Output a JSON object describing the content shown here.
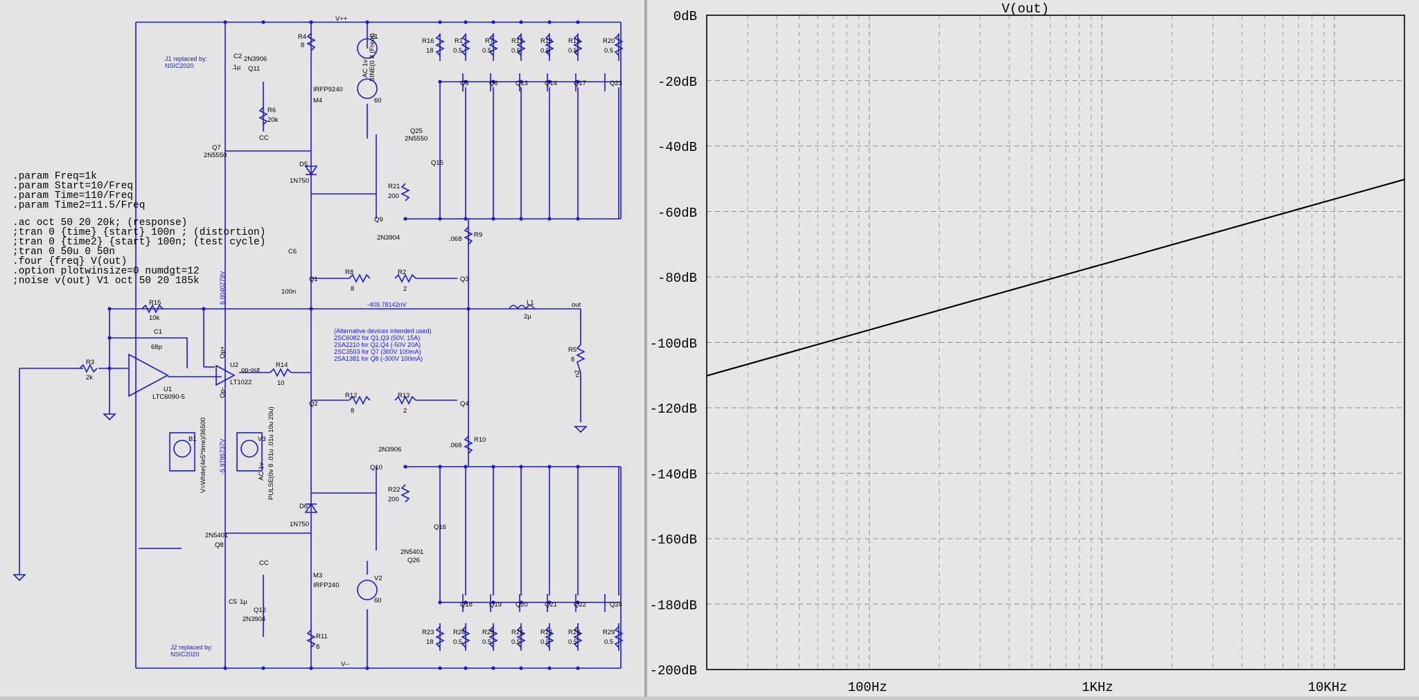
{
  "schematic": {
    "directives": [
      ".param Freq=1k",
      ".param Start=10/Freq",
      ".param Time=110/Freq",
      ".param Time2=11.5/Freq",
      "",
      ".ac oct 50 20 20k;            (response)",
      ";tran 0 {time} {start} 100n ;   (distortion)",
      ";tran 0 {time2} {start} 100n;  (test cycle)",
      ";tran 0 50u 0 50n",
      ".four {freq} V(out)",
      ".option plotwinsize=0 numdgt=12",
      ";noise v(out) V1 oct 50 20 185k"
    ],
    "notes": {
      "j1": [
        "J1 replaced by:",
        "NSIC2020"
      ],
      "j2": [
        "J2 replaced by:",
        "NSIC2020"
      ],
      "alternatives": [
        "(Alternative devices intended used)",
        "2SC6082 for Q1,Q3 (50V,  15A)",
        "2SA2210 for Q2,Q4 (-50V  20A)",
        "2SC3503 for Q7      (300V 100mA)",
        "2SA1381 for Q8      (-300V 100mA)"
      ]
    },
    "probe_labels": {
      "vpos": "6.0040279V",
      "vneg": "-5.9785737V",
      "vout": "-409.78142nV"
    },
    "net_labels": {
      "vpp": "V++",
      "vmm": "V--",
      "out": "out",
      "opout": "op-out",
      "opp": "Op+",
      "opm": "Op-",
      "cc_top": "CC",
      "cc_bot": "CC",
      "n2": "n2"
    },
    "components": [
      {
        "id": "r4",
        "ref": "R4",
        "val": "8"
      },
      {
        "id": "v1",
        "ref": "V1",
        "val": "60"
      },
      {
        "id": "v1src",
        "ref": "AC 1v",
        "val": "SINE(0 8 {Freq})"
      },
      {
        "id": "c2",
        "ref": "C2",
        "val": ".1µ"
      },
      {
        "id": "q11",
        "ref": "Q11",
        "val": "2N3906"
      },
      {
        "id": "m4",
        "ref": "M4",
        "val": "IRFP9240"
      },
      {
        "id": "r6",
        "ref": "R6",
        "val": "20k"
      },
      {
        "id": "q7",
        "ref": "Q7",
        "val": "2N5550"
      },
      {
        "id": "d5",
        "ref": "D5",
        "val": "1N750"
      },
      {
        "id": "q25",
        "ref": "Q25",
        "val": "2N5550"
      },
      {
        "id": "q15",
        "ref": "Q15",
        "val": ""
      },
      {
        "id": "r21",
        "ref": "R21",
        "val": "200"
      },
      {
        "id": "q9",
        "ref": "Q9",
        "val": "2N3904"
      },
      {
        "id": "c6",
        "ref": "C6",
        "val": "100n"
      },
      {
        "id": "q1",
        "ref": "Q1",
        "val": ""
      },
      {
        "id": "r8",
        "ref": "R8",
        "val": "8"
      },
      {
        "id": "r2",
        "ref": "R2",
        "val": "2"
      },
      {
        "id": "q3",
        "ref": "Q3",
        "val": ""
      },
      {
        "id": "r9",
        "ref": "R9",
        "val": ".068"
      },
      {
        "id": "r15",
        "ref": "R15",
        "val": "10k"
      },
      {
        "id": "l1",
        "ref": "L1",
        "val": "2µ"
      },
      {
        "id": "r5",
        "ref": "R5",
        "val": "8"
      },
      {
        "id": "c1",
        "ref": "C1",
        "val": "68p"
      },
      {
        "id": "r3",
        "ref": "R3",
        "val": "2k"
      },
      {
        "id": "u1",
        "ref": "U1",
        "val": "LTC6090-5"
      },
      {
        "id": "u2",
        "ref": "U2",
        "val": "LT1022"
      },
      {
        "id": "r14",
        "ref": "R14",
        "val": "10"
      },
      {
        "id": "q2",
        "ref": "Q2",
        "val": ""
      },
      {
        "id": "r12",
        "ref": "R12",
        "val": "8"
      },
      {
        "id": "r13",
        "ref": "R13",
        "val": "2"
      },
      {
        "id": "q4",
        "ref": "Q4",
        "val": ""
      },
      {
        "id": "r10",
        "ref": "R10",
        "val": ".068"
      },
      {
        "id": "b1",
        "ref": "B1",
        "val": "V=White(4e5*time)/36500"
      },
      {
        "id": "v3",
        "ref": "V3",
        "val": "AC 1v"
      },
      {
        "id": "v3src",
        "ref": "PULSE(0v 8 .01u .01u 10u 20u)",
        "val": ""
      },
      {
        "id": "q10",
        "ref": "Q10",
        "val": "2N3906"
      },
      {
        "id": "r22",
        "ref": "R22",
        "val": "200"
      },
      {
        "id": "q16",
        "ref": "Q16",
        "val": ""
      },
      {
        "id": "q26",
        "ref": "Q26",
        "val": "2N5401"
      },
      {
        "id": "d6",
        "ref": "D6",
        "val": "1N750"
      },
      {
        "id": "q8",
        "ref": "Q8",
        "val": "2N5401"
      },
      {
        "id": "m3",
        "ref": "M3",
        "val": "IRFP240"
      },
      {
        "id": "c5",
        "ref": "C5",
        "val": "1µ"
      },
      {
        "id": "q12",
        "ref": "Q12",
        "val": "2N3904"
      },
      {
        "id": "r11",
        "ref": "R11",
        "val": "8"
      },
      {
        "id": "v2",
        "ref": "V2",
        "val": "60"
      }
    ],
    "upper_outputs": [
      {
        "r": "R16",
        "rv": "18",
        "q": ""
      },
      {
        "r": "R1",
        "rv": "0.5",
        "q": "Q5"
      },
      {
        "r": "R7",
        "rv": "0.5",
        "q": "Q6"
      },
      {
        "r": "R17",
        "rv": "0.5",
        "q": "Q13"
      },
      {
        "r": "R18",
        "rv": "0.5",
        "q": "Q14"
      },
      {
        "r": "R19",
        "rv": "0.5",
        "q": "Q17"
      },
      {
        "r": "R20",
        "rv": "0.5",
        "q": "Q23"
      }
    ],
    "lower_outputs": [
      {
        "r": "R23",
        "rv": "18",
        "q": ""
      },
      {
        "r": "R24",
        "rv": "0.5",
        "q": "Q18"
      },
      {
        "r": "R25",
        "rv": "0.5",
        "q": "Q19"
      },
      {
        "r": "R26",
        "rv": "0.5",
        "q": "Q20"
      },
      {
        "r": "R27",
        "rv": "0.5",
        "q": "Q21"
      },
      {
        "r": "R28",
        "rv": "0.5",
        "q": "Q22"
      },
      {
        "r": "R29",
        "rv": "0.5",
        "q": "Q24"
      }
    ]
  },
  "plot": {
    "title": "V(out)",
    "y_ticks": [
      "0dB",
      "-20dB",
      "-40dB",
      "-60dB",
      "-80dB",
      "-100dB",
      "-120dB",
      "-140dB",
      "-160dB",
      "-180dB",
      "-200dB"
    ],
    "x_ticks": [
      "100Hz",
      "1KHz",
      "10KHz"
    ],
    "line_color": "#000000",
    "background": "#e6e6e6"
  },
  "chart_data": {
    "type": "line",
    "title": "V(out)",
    "xlabel": "",
    "ylabel": "",
    "x_scale": "log",
    "xlim": [
      20,
      20000
    ],
    "ylim": [
      -200,
      0
    ],
    "grid": true,
    "series": [
      {
        "x": [
          20,
          100,
          1000,
          10000,
          20000
        ],
        "values": [
          -110.2,
          -96.2,
          -76.2,
          -56.2,
          -50.2
        ]
      }
    ]
  }
}
